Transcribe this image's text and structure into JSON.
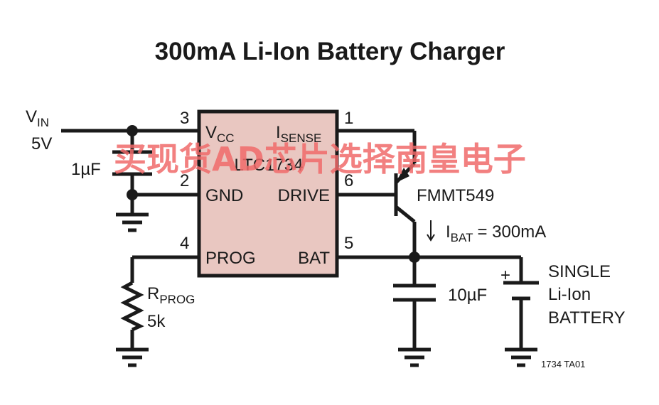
{
  "title": "300mA Li-Ion Battery Charger",
  "ic": {
    "name": "LTC1734",
    "pins": [
      {
        "num": "3",
        "label": "V",
        "sub": "CC"
      },
      {
        "num": "2",
        "label": "GND",
        "sub": ""
      },
      {
        "num": "4",
        "label": "PROG",
        "sub": ""
      },
      {
        "num": "1",
        "label": "I",
        "sub": "SENSE"
      },
      {
        "num": "6",
        "label": "DRIVE",
        "sub": ""
      },
      {
        "num": "5",
        "label": "BAT",
        "sub": ""
      }
    ]
  },
  "vin": {
    "label": "V",
    "sub": "IN",
    "value": "5V"
  },
  "cap_input": "1µF",
  "cap_output": "10µF",
  "transistor": "FMMT549",
  "resistor": {
    "label": "R",
    "sub": "PROG",
    "value": "5k"
  },
  "ibat": {
    "label": "I",
    "sub": "BAT",
    "value": "= 300mA"
  },
  "battery": {
    "plus": "+",
    "lines": [
      "SINGLE",
      "Li-Ion",
      "BATTERY"
    ]
  },
  "figure_id": "1734 TA01",
  "watermark": "买现货AD芯片选择南皇电子"
}
